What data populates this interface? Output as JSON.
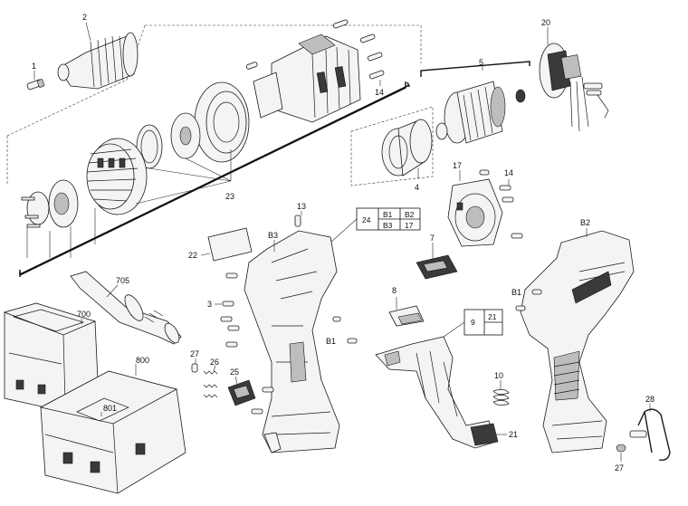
{
  "labels": {
    "p1": "1",
    "p2": "2",
    "p3": "3",
    "p4": "4",
    "p5": "5",
    "p7": "7",
    "p8": "8",
    "p10": "10",
    "p13": "13",
    "p14a": "14",
    "p14b": "14",
    "p17": "17",
    "p20": "20",
    "p21": "21",
    "p22": "22",
    "p23": "23",
    "p25": "25",
    "p26": "26",
    "p27a": "27",
    "p27b": "27",
    "p28": "28",
    "p700": "700",
    "p705": "705",
    "p800": "800",
    "p801": "801",
    "b1a": "B1",
    "b1b": "B1",
    "b2": "B2",
    "b3": "B3"
  },
  "table24": {
    "num": "24",
    "r1c1": "B1",
    "r1c2": "B2",
    "r2c1": "B3",
    "r2c2": "17"
  },
  "table9": {
    "num": "9",
    "top": "21",
    "bottom": ""
  }
}
